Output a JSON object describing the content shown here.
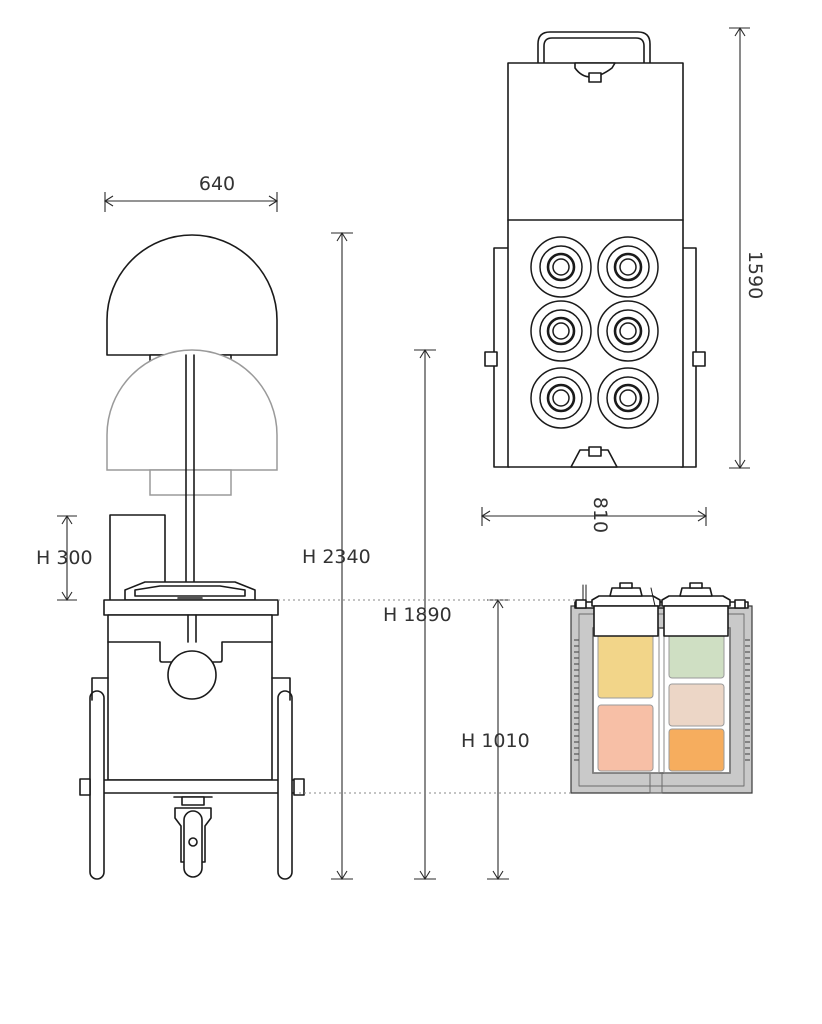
{
  "dimensions": {
    "width_640": "640",
    "width_810": "810",
    "length_1590": "1590",
    "height_300": "H 300",
    "height_2340": "H 2340",
    "height_1890": "H 1890",
    "height_1010": "H 1010"
  },
  "colors": {
    "line": "#1a1a1a",
    "ghost_line": "#9a9a9a",
    "insulation_gray": "#c9c9c9",
    "tub_yellow": "#f2d589",
    "tub_green": "#cfdfc3",
    "tub_salmon": "#f7bfa6",
    "tub_beige": "#ecd6c6",
    "tub_orange": "#f6ad5e"
  }
}
